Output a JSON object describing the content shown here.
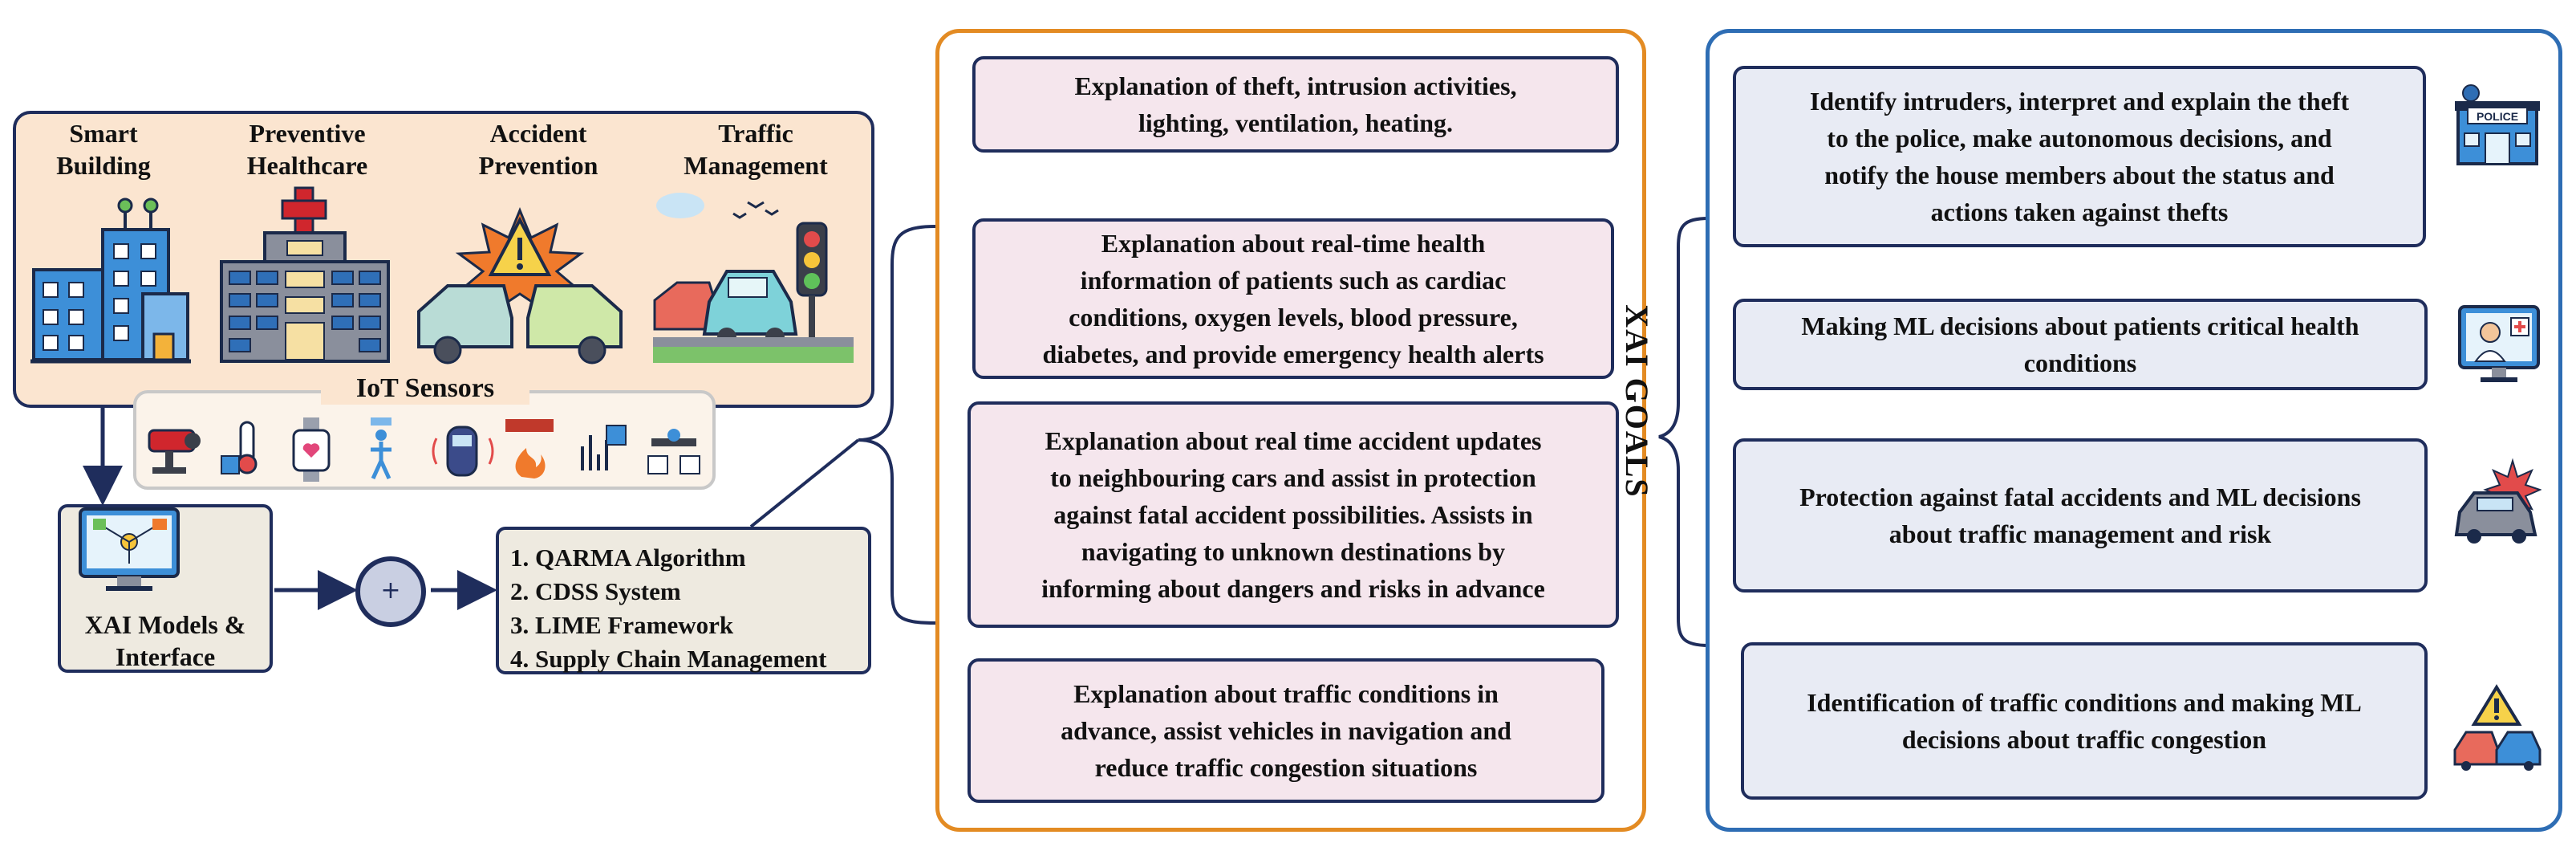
{
  "applications": [
    {
      "title": "Smart\nBuilding",
      "icon": "smart-building-icon"
    },
    {
      "title": "Preventive\nHealthcare",
      "icon": "hospital-icon"
    },
    {
      "title": "Accident\nPrevention",
      "icon": "car-crash-icon"
    },
    {
      "title": "Traffic\nManagement",
      "icon": "traffic-light-icon"
    }
  ],
  "sensors": {
    "title": "IoT Sensors",
    "icons": [
      "cctv-camera-icon",
      "thermometer-sensor-icon",
      "smartwatch-heart-icon",
      "motion-sensor-icon",
      "car-radar-icon",
      "fire-alarm-icon",
      "signal-sensor-icon",
      "drone-sensor-icon"
    ]
  },
  "xai_models": {
    "label": "XAI Models &\nInterface",
    "icon": "monitor-network-icon"
  },
  "combine_symbol": "+",
  "methods": [
    "1. QARMA Algorithm",
    "2. CDSS System",
    "3. LIME Framework",
    "4. Supply Chain Management"
  ],
  "explanations": [
    "Explanation of theft, intrusion activities,\nlighting, ventilation, heating.",
    "Explanation about real-time health\ninformation of patients such as cardiac\nconditions, oxygen levels, blood pressure,\ndiabetes, and provide emergency health alerts",
    "Explanation about real time accident updates\nto neighbouring cars and assist in protection\nagainst fatal accident possibilities. Assists in\nnavigating to unknown destinations by\ninforming about dangers and risks in advance",
    "Explanation about traffic conditions in\nadvance, assist vehicles in navigation and\nreduce traffic congestion situations"
  ],
  "goals_label": "XAI GOALS",
  "goals": [
    {
      "text": "Identify intruders, interpret and explain the theft\nto the police, make autonomous decisions, and\nnotify the house members about the status and\nactions taken against thefts",
      "icon": "police-station-icon",
      "icon_label": "POLICE"
    },
    {
      "text": "Making ML decisions about patients critical health\nconditions",
      "icon": "doctor-monitor-icon"
    },
    {
      "text": "Protection against fatal accidents and ML decisions\nabout traffic management and risk",
      "icon": "car-accident-icon"
    },
    {
      "text": "Identification of traffic conditions and making ML\ndecisions about traffic congestion",
      "icon": "traffic-warning-icon"
    }
  ],
  "colors": {
    "navy": "#1f2d5c",
    "app_panel": "#fbe5d0",
    "explanation_frame": "#e38b23",
    "explanation_box": "#f5e6ed",
    "goals_frame": "#2e6db4",
    "goal_box": "#e8ebf4"
  }
}
